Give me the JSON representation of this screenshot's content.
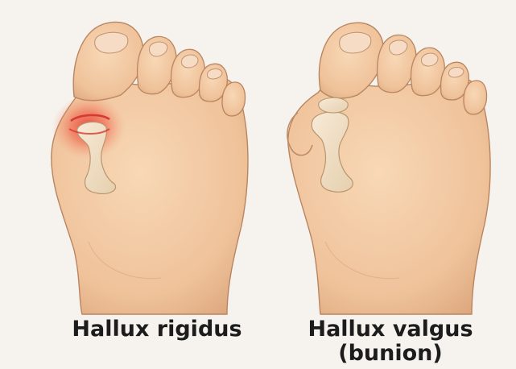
{
  "figure": {
    "left_panel": {
      "caption": "Hallux rigidus",
      "inflammation_color": "#e8403a"
    },
    "right_panel": {
      "caption_line1": "Hallux valgus",
      "caption_line2": "(bunion)"
    },
    "colors": {
      "background": "#f6f3ee",
      "skin": "#f2c9a2",
      "skin_shadow": "#dba57c",
      "outline": "#b98560",
      "bone": "#f3e2c9"
    }
  }
}
